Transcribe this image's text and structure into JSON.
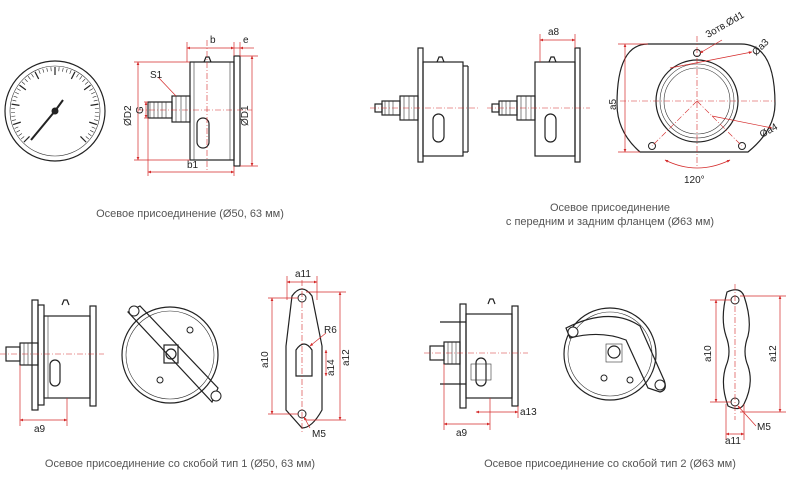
{
  "captions": {
    "axial": "Осевое присоединение (Ø50, 63 мм)",
    "flange_line1": "Осевое присоединение",
    "flange_line2": "с передним и задним фланцем (Ø63 мм)",
    "bracket1": "Осевое присоединение со скобой тип 1 (Ø50, 63 мм)",
    "bracket2": "Осевое присоединение со скобой тип 2 (Ø63 мм)"
  },
  "labels": {
    "b": "b",
    "e": "e",
    "S1": "S1",
    "D2": "ØD2",
    "G": "G",
    "D1": "ØD1",
    "b1": "b1",
    "a8": "a8",
    "holes": "3отв.Ød1",
    "a3": "Øa3",
    "a5": "a5",
    "a4": "Øa4",
    "angle": "120°",
    "a11_1": "a11",
    "R6": "R6",
    "a10_1": "a10",
    "a14": "a14",
    "a12_1": "a12",
    "M5_1": "M5",
    "a9_1": "a9",
    "a13": "a13",
    "a9_2": "a9",
    "a10_2": "a10",
    "a12_2": "a12",
    "a11_2": "a11",
    "M5_2": "M5"
  },
  "colors": {
    "dimension": "#d42a2a",
    "line": "#222222"
  }
}
